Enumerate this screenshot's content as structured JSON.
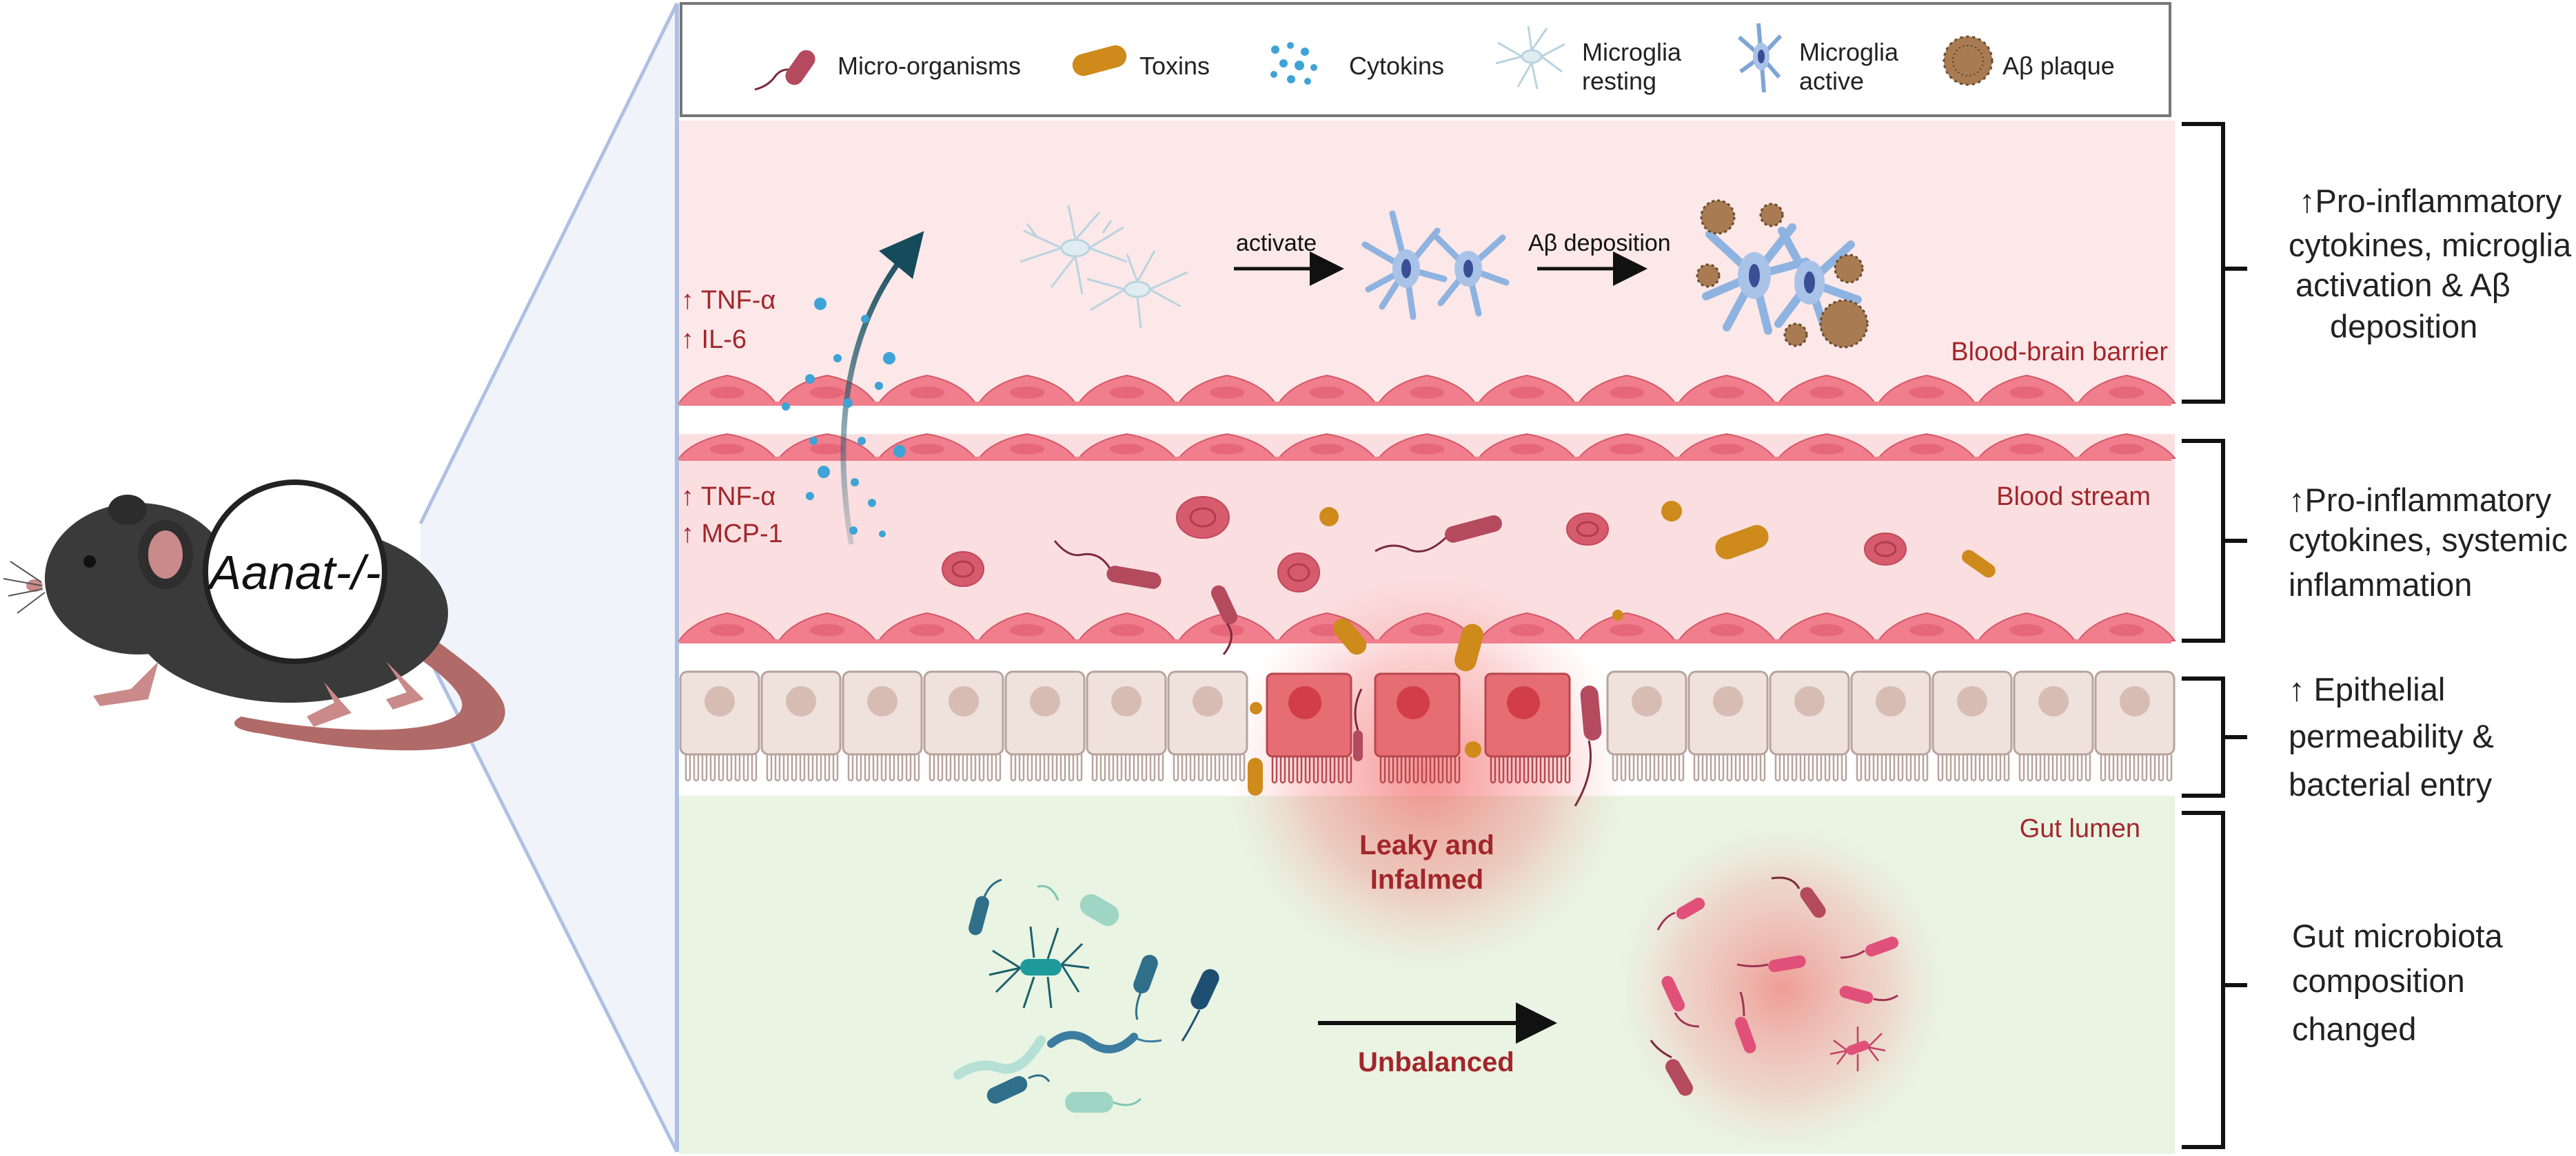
{
  "mouse": {
    "genotype_label": "Aanat-/-"
  },
  "legend": {
    "items": [
      {
        "id": "micro",
        "label": "Micro-organisms",
        "icon": "microorganism-icon"
      },
      {
        "id": "toxins",
        "label": "Toxins",
        "icon": "toxin-icon"
      },
      {
        "id": "cytokins",
        "label": "Cytokins",
        "icon": "cytokine-icon"
      },
      {
        "id": "mg-rest",
        "label": "Microglia",
        "label2": "resting",
        "icon": "microglia-resting-icon"
      },
      {
        "id": "mg-active",
        "label": "Microglia",
        "label2": "active",
        "icon": "microglia-active-icon"
      },
      {
        "id": "plaque",
        "label": "Aβ plaque",
        "icon": "amyloid-plaque-icon"
      }
    ]
  },
  "brain": {
    "activate_label": "activate",
    "deposition_label": "Aβ deposition",
    "region_label": "Blood-brain barrier",
    "markers": [
      "↑ TNF-α",
      "↑ IL-6"
    ]
  },
  "blood": {
    "region_label": "Blood stream",
    "markers": [
      "↑ TNF-α",
      "↑ MCP-1"
    ]
  },
  "gut": {
    "leaky_label_1": "Leaky and",
    "leaky_label_2": "Infalmed",
    "region_label": "Gut lumen",
    "unbalanced_label": "Unbalanced"
  },
  "side_notes": [
    {
      "lines": [
        "↑Pro-inflammatory",
        "cytokines, microglia",
        "activation & Aβ",
        "deposition"
      ]
    },
    {
      "lines": [
        "↑Pro-inflammatory",
        "cytokines, systemic",
        "inflammation"
      ]
    },
    {
      "lines": [
        "↑ Epithelial",
        "permeability &",
        "bacterial entry"
      ]
    },
    {
      "lines": [
        "Gut microbiota",
        "composition",
        "changed"
      ]
    }
  ],
  "colors": {
    "brain_bg": "#fce8e8",
    "blood_bg": "#fbdfe0",
    "gut_bg": "#e9f4e3",
    "endothelium": "#f07e8c",
    "label_red": "#a2262b",
    "epithelium": "#efe1dc"
  }
}
